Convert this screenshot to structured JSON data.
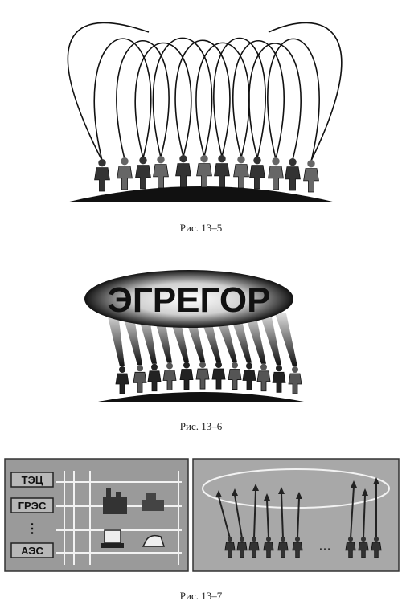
{
  "figures": [
    {
      "caption": "Рис. 13–5"
    },
    {
      "caption": "Рис. 13–6",
      "ellipse_text": "ЭГРЕГОР"
    },
    {
      "caption": "Рис. 13–7",
      "stations": [
        "ТЭЦ",
        "ГРЭС",
        "⋮",
        "АЭС"
      ],
      "ellipsis": "…"
    }
  ]
}
